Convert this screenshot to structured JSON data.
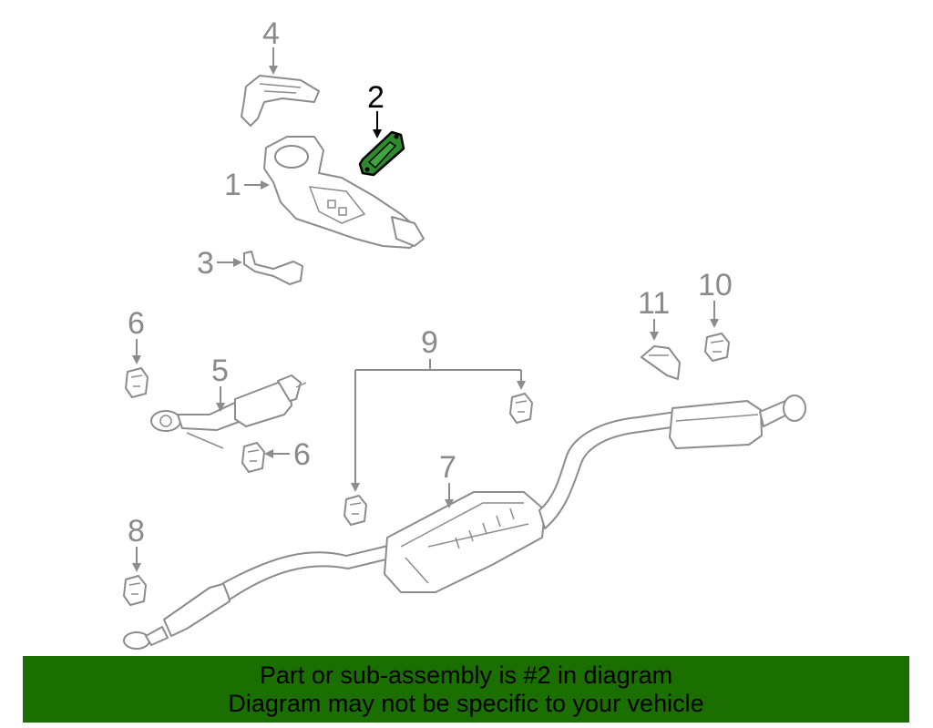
{
  "callouts": {
    "c1": "1",
    "c2": "2",
    "c3": "3",
    "c4": "4",
    "c5": "5",
    "c6a": "6",
    "c6b": "6",
    "c7": "7",
    "c8": "8",
    "c9": "9",
    "c10": "10",
    "c11": "11"
  },
  "highlight": {
    "part": "2",
    "color": "#2f8a2f"
  },
  "banner": {
    "line1": "Part or sub-assembly is #2 in diagram",
    "line2": "Diagram may not be specific to your vehicle",
    "background": "#1b6e00"
  }
}
